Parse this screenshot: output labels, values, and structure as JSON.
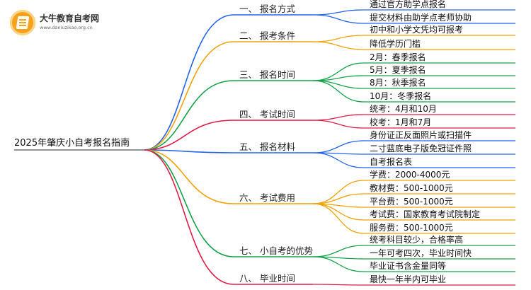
{
  "logo": {
    "brand": "大牛教育自考网",
    "url": "www.daniuzikao.org.cn"
  },
  "root": "2025年肇庆小自考报名指南",
  "branches": [
    {
      "label": "一、 报名方式",
      "color": "#2563eb",
      "leaves": [
        "通过官方助学点报名",
        "提交材料由助学点老师协助"
      ]
    },
    {
      "label": "二、 报考条件",
      "color": "#f0a30a",
      "leaves": [
        "初中和小学文凭均可报考",
        "降低学历门槛"
      ]
    },
    {
      "label": "三、 报名时间",
      "color": "#16a34a",
      "leaves": [
        "2月：春季报名",
        "5月：夏季报名",
        "8月：秋季报名",
        "10月：冬季报名"
      ]
    },
    {
      "label": "四、 考试时间",
      "color": "#e11d48",
      "leaves": [
        "统考：4月和10月",
        "校考：1月和7月"
      ]
    },
    {
      "label": "五、 报名材料",
      "color": "#2563eb",
      "leaves": [
        "身份证正反面照片或扫描件",
        "二寸蓝底电子版免冠证件照",
        "自考报名表"
      ]
    },
    {
      "label": "六、 考试费用",
      "color": "#f0a30a",
      "leaves": [
        "学费：2000-4000元",
        "教材费：500-1000元",
        "平台费：500-1000元",
        "考试费：国家教育考试院制定",
        "服务费：500-1000元"
      ]
    },
    {
      "label": "七、 小自考的优势",
      "color": "#16a34a",
      "leaves": [
        "统考科目较少，合格率高",
        "一年可考四次，毕业时间快",
        "毕业证书含金量同等"
      ]
    },
    {
      "label": "八、 毕业时间",
      "color": "#e11d48",
      "leaves": [
        "最快一年半内可毕业"
      ]
    }
  ]
}
